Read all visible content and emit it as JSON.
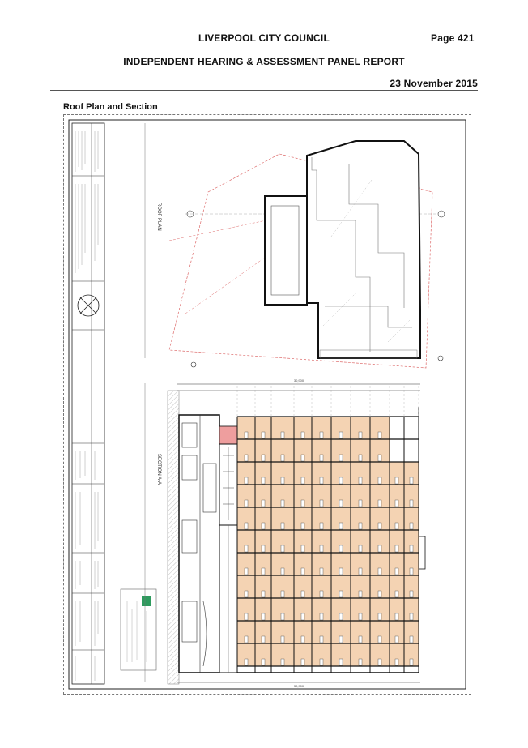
{
  "header": {
    "council": "LIVERPOOL CITY COUNCIL",
    "page": "Page 421",
    "panel": "INDEPENDENT HEARING & ASSESSMENT PANEL REPORT",
    "date": "23 November 2015"
  },
  "section": {
    "caption": "Roof Plan and Section"
  },
  "drawing": {
    "roof_plan_label": "ROOF PLAN",
    "section_label": "SECTION A-A",
    "dim_top": "30,900",
    "dim_bottom": "30,900",
    "colors": {
      "unit_fill": "#f4d3b3",
      "highlight": "#ee9e9e",
      "boundary": "#dd6a6a",
      "line": "#111111"
    }
  }
}
